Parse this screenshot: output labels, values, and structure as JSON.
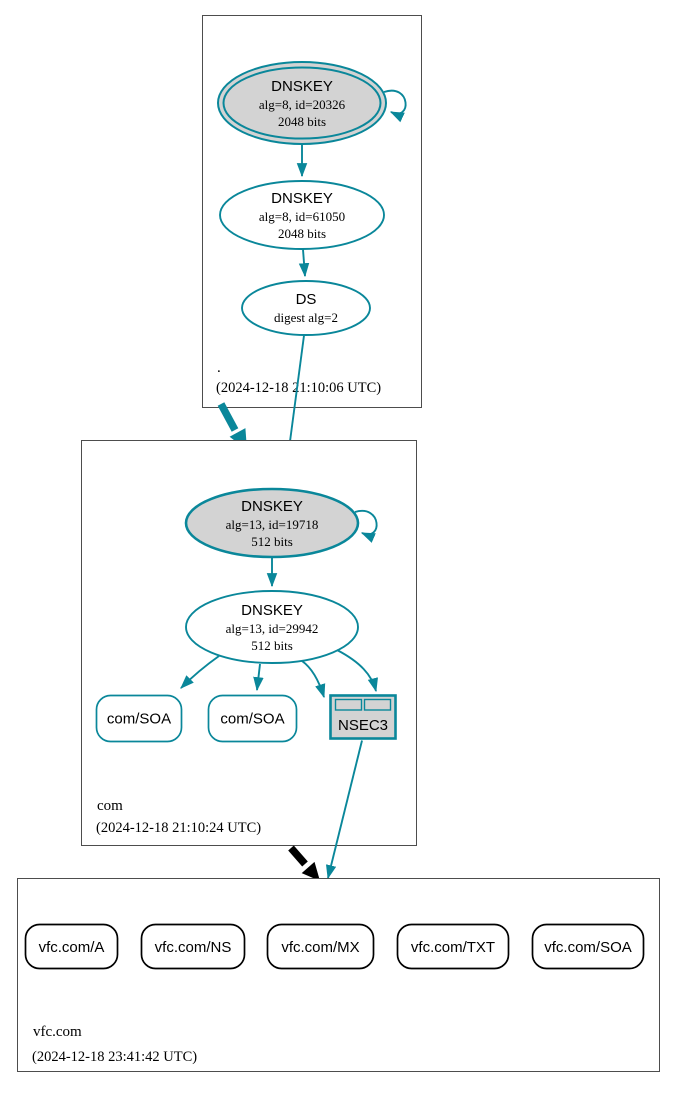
{
  "zones": {
    "root": {
      "name": ".",
      "timestamp": "(2024-12-18 21:10:06 UTC)"
    },
    "com": {
      "name": "com",
      "timestamp": "(2024-12-18 21:10:24 UTC)"
    },
    "vfc": {
      "name": "vfc.com",
      "timestamp": "(2024-12-18 23:41:42 UTC)"
    }
  },
  "nodes": {
    "root_ksk": {
      "type": "DNSKEY",
      "detail1": "alg=8, id=20326",
      "detail2": "2048 bits"
    },
    "root_zsk": {
      "type": "DNSKEY",
      "detail1": "alg=8, id=61050",
      "detail2": "2048 bits"
    },
    "root_ds": {
      "type": "DS",
      "detail1": "digest alg=2"
    },
    "com_ksk": {
      "type": "DNSKEY",
      "detail1": "alg=13, id=19718",
      "detail2": "512 bits"
    },
    "com_zsk": {
      "type": "DNSKEY",
      "detail1": "alg=13, id=29942",
      "detail2": "512 bits"
    },
    "com_soa_left": {
      "label": "com/SOA"
    },
    "com_soa_right": {
      "label": "com/SOA"
    },
    "com_nsec3": {
      "label": "NSEC3"
    },
    "vfc_a": {
      "label": "vfc.com/A"
    },
    "vfc_ns": {
      "label": "vfc.com/NS"
    },
    "vfc_mx": {
      "label": "vfc.com/MX"
    },
    "vfc_txt": {
      "label": "vfc.com/TXT"
    },
    "vfc_soa": {
      "label": "vfc.com/SOA"
    }
  },
  "colors": {
    "secure_teal": "#0a879a",
    "node_fill_gray": "#d3d3d3",
    "insecure_black": "#000000",
    "zone_border_gray": "#4d4d4d"
  }
}
